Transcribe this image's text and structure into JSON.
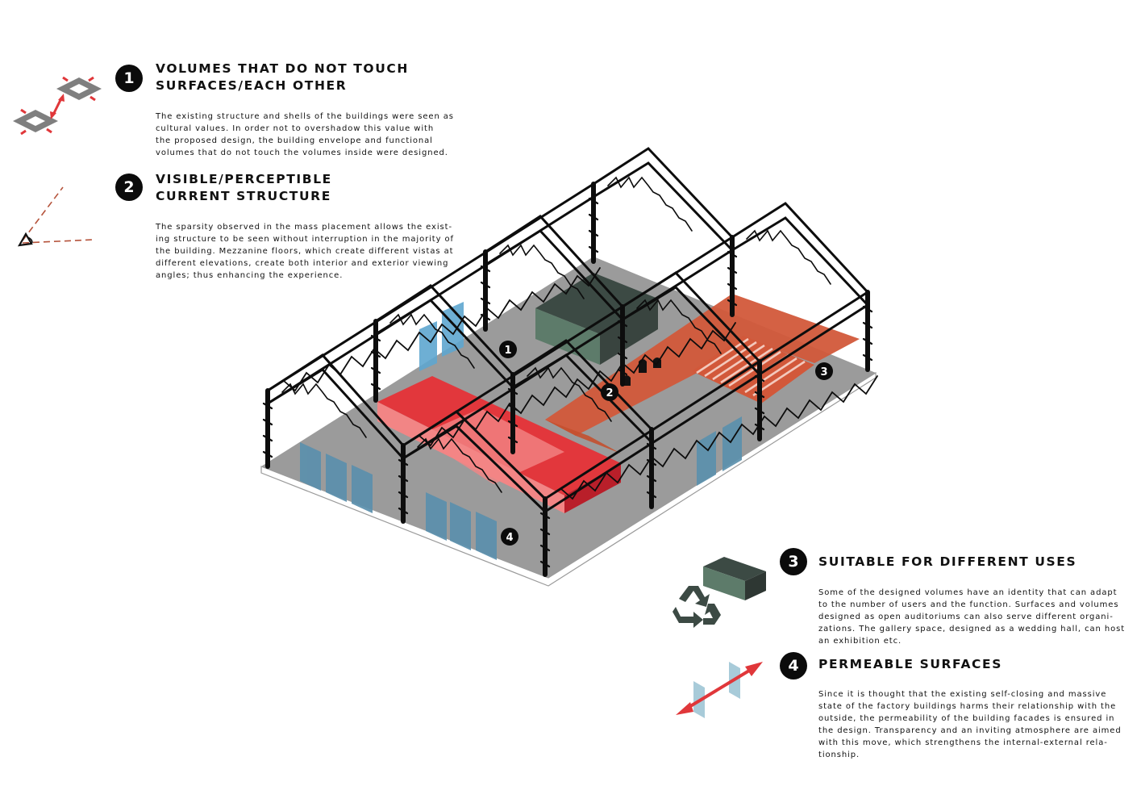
{
  "sections": [
    {
      "number": "1",
      "title_lines": [
        "VOLUMES THAT DO NOT TOUCH",
        "SURFACES/EACH OTHER"
      ],
      "body_lines": [
        "The existing structure and shells of the buildings were seen as",
        "cultural values. In order not to overshadow this value with",
        "the proposed design, the building envelope and functional",
        "volumes that do not touch the volumes inside were designed."
      ]
    },
    {
      "number": "2",
      "title_lines": [
        "VISIBLE/PERCEPTIBLE",
        "CURRENT STRUCTURE"
      ],
      "body_lines": [
        "The sparsity observed in the mass placement allows the exist-",
        "ing structure to be seen without interruption in the majority of",
        "the building. Mezzanine floors, which create different vistas at",
        "different elevations, create both interior and exterior viewing",
        "angles; thus enhancing the experience."
      ]
    },
    {
      "number": "3",
      "title_lines": [
        "SUITABLE FOR DIFFERENT USES"
      ],
      "body_lines": [
        "Some of the designed volumes have an identity that can adapt",
        "to the number of users and the function. Surfaces and volumes",
        "designed as open auditoriums can also serve different organi-",
        "zations. The gallery space, designed as a wedding hall, can host",
        "an exhibition etc."
      ]
    },
    {
      "number": "4",
      "title_lines": [
        "PERMEABLE SURFACES"
      ],
      "body_lines": [
        "Since it is thought that the existing self-closing and massive",
        "state of the factory buildings harms their relationship with the",
        "outside, the permeability of the building facades is ensured in",
        "the design. Transparency and an inviting atmosphere are aimed",
        "with this move, which strengthens the internal-external rela-",
        "tionship."
      ]
    }
  ],
  "diagram_markers": [
    "1",
    "2",
    "3",
    "4"
  ],
  "icons": [
    "non-touching-volumes-icon",
    "view-angle-icon",
    "recycle-icon",
    "container-box-icon",
    "permeable-arrow-icon"
  ],
  "colors": {
    "floor": "#9b9b9b",
    "truss": "#0d0d0d",
    "red_volume": "#e2373c",
    "red_volume_light": "#f28585",
    "orange_mezzanine": "#d2583a",
    "green_volume": "#3c4a44",
    "glass": "#5b9bbf",
    "arrow_red": "#e0373a"
  }
}
